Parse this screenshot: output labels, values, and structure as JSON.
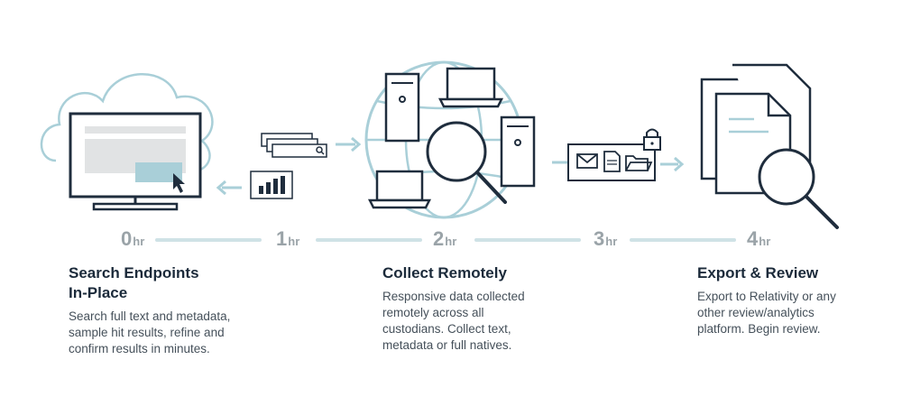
{
  "timeline": {
    "unit": "hr",
    "ticks": [
      "0",
      "1",
      "2",
      "3",
      "4"
    ]
  },
  "steps": [
    {
      "title": "Search Endpoints\nIn-Place",
      "body": "Search full text and metadata,\nsample hit results, refine and\nconfirm results in minutes."
    },
    {
      "title": "Collect Remotely",
      "body": "Responsive data collected\nremotely across all\ncustodians. Collect text,\nmetadata or full natives."
    },
    {
      "title": "Export & Review",
      "body": "Export to Relativity or any\nother review/analytics\nplatform. Begin review."
    }
  ],
  "colors": {
    "stroke": "#1f2d3d",
    "accent": "#a9cfd8",
    "screen_gray": "#e1e3e4",
    "timeline": "#cfe2e6",
    "tick_text": "#9aa3a8"
  },
  "icons": [
    "cloud-icon",
    "monitor-icon",
    "cursor-icon",
    "search-bar-icon",
    "bar-chart-icon",
    "globe-icon",
    "server-icon",
    "laptop-icon",
    "magnifier-icon",
    "envelope-icon",
    "document-icon",
    "folder-icon",
    "lock-icon",
    "documents-stack-icon",
    "arrow-icon"
  ]
}
